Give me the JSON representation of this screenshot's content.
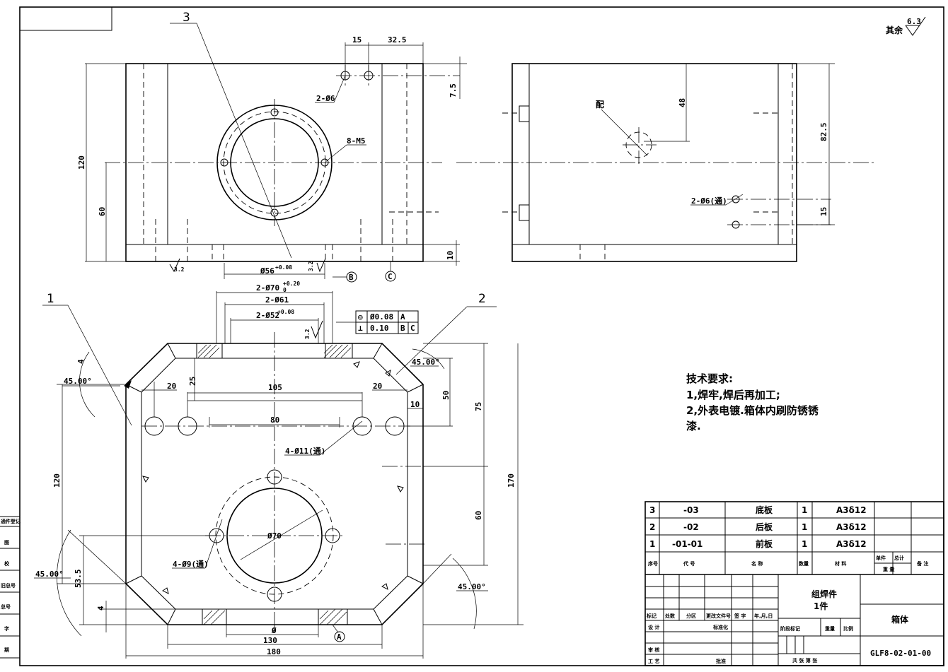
{
  "roughness": {
    "label": "其余",
    "value": "6.3"
  },
  "balloons": [
    "1",
    "2",
    "3"
  ],
  "front_view": {
    "dims": [
      "15",
      "32.5",
      "7.5",
      "120",
      "60",
      "10"
    ],
    "callouts": {
      "holes_2": "2-Ø6",
      "threads": "8-M5",
      "bore": "Ø56",
      "bore_tol": "+0.08"
    },
    "roughness": [
      "3.2",
      "3.2"
    ],
    "datums": [
      "B",
      "C"
    ]
  },
  "side_view": {
    "label_pei": "配",
    "dims": [
      "48",
      "82.5",
      "15"
    ],
    "callouts": {
      "holes_through": "2-Ø6(通)"
    }
  },
  "top_view": {
    "dims": [
      "2-Ø70",
      "+0.20",
      "0",
      "2-Ø61",
      "2-Ø52",
      "+0.08",
      "4",
      "20",
      "25",
      "105",
      "20",
      "10",
      "50",
      "75",
      "80",
      "120",
      "170",
      "60",
      "53.5",
      "4",
      "130",
      "180",
      "Ø",
      "Ø70"
    ],
    "angles": [
      "45.00°",
      "45.00°",
      "45.00°",
      "45.00°"
    ],
    "callouts": {
      "holes_11": "4-Ø11(通)",
      "holes_9": "4-Ø9(通)"
    },
    "roughness": "3.2",
    "datum": "A",
    "tolerance_frame": [
      {
        "symbol": "◎",
        "value": "Ø0.08",
        "datum": "A"
      },
      {
        "symbol": "⊥",
        "value": "0.10",
        "datum": "B",
        "datum2": "C"
      }
    ]
  },
  "tech_requirements": {
    "title": "技术要求:",
    "lines": [
      "1,焊牢,焊后再加工;",
      "2,外表电镀.箱体内刷防锈锈",
      "漆."
    ]
  },
  "bom": {
    "rows": [
      {
        "no": "3",
        "code": "-03",
        "name": "底板",
        "qty": "1",
        "material": "A3δ12"
      },
      {
        "no": "2",
        "code": "-02",
        "name": "后板",
        "qty": "1",
        "material": "A3δ12"
      },
      {
        "no": "1",
        "code": "-01-01",
        "name": "前板",
        "qty": "1",
        "material": "A3δ12"
      }
    ],
    "headers": {
      "no": "序号",
      "code": "代 号",
      "name": "名 称",
      "qty": "数量",
      "material": "材 料",
      "unit": "单件",
      "total": "总计",
      "weight": "重 量",
      "remark": "备 注"
    }
  },
  "title_block": {
    "assembly": "组焊件",
    "count": "1件",
    "part_name": "箱体",
    "drawing_no": "GLF8-02-01-00",
    "labels": {
      "mark": "标记",
      "qty": "处数",
      "zone": "分区",
      "doc": "更改文件号",
      "sign": "签 字",
      "date": "年,月,日",
      "design": "设 计",
      "std": "标准化",
      "stage": "阶段标记",
      "weight": "重量",
      "scale": "比例",
      "review": "审 核",
      "process": "工 艺",
      "approve": "批准",
      "sheets": "共  张  第  张"
    }
  },
  "left_strip": [
    "通件登记",
    "图",
    "校",
    "旧总号",
    "总号",
    "字",
    "期"
  ]
}
